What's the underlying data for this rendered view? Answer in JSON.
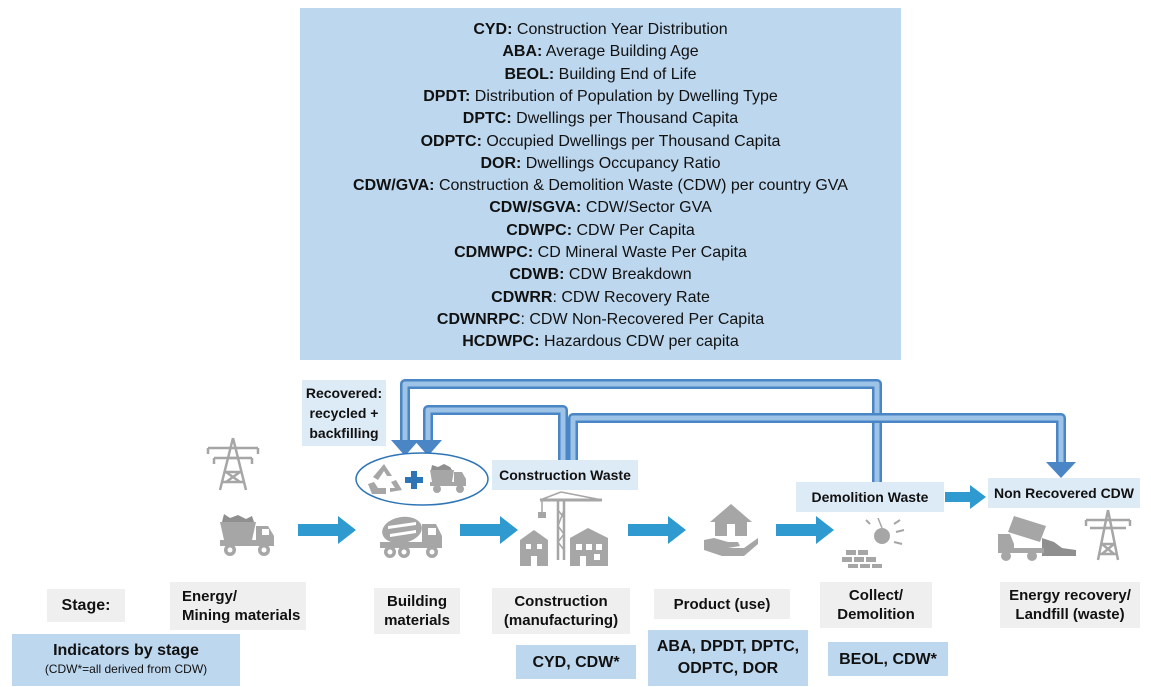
{
  "legend": [
    {
      "abbr": "CYD:",
      "text": " Construction Year Distribution"
    },
    {
      "abbr": "ABA:",
      "text": " Average Building Age"
    },
    {
      "abbr": "BEOL:",
      "text": " Building End of Life"
    },
    {
      "abbr": "DPDT:",
      "text": " Distribution of Population by Dwelling Type"
    },
    {
      "abbr": "DPTC:",
      "text": " Dwellings per Thousand Capita"
    },
    {
      "abbr": "ODPTC:",
      "text": " Occupied Dwellings per Thousand Capita"
    },
    {
      "abbr": "DOR:",
      "text": " Dwellings Occupancy Ratio"
    },
    {
      "abbr": "CDW/GVA:",
      "text": " Construction & Demolition Waste (CDW) per country GVA"
    },
    {
      "abbr": "CDW/SGVA:",
      "text": " CDW/Sector GVA"
    },
    {
      "abbr": "CDWPC:",
      "text": " CDW Per Capita"
    },
    {
      "abbr": "CDMWPC:",
      "text": " CD Mineral Waste Per Capita"
    },
    {
      "abbr": "CDWB:",
      "text": " CDW Breakdown"
    },
    {
      "abbr": "CDWRR",
      "text": ": CDW Recovery Rate"
    },
    {
      "abbr": "CDWNRPC",
      "text": ": CDW Non-Recovered Per Capita"
    },
    {
      "abbr": "HCDWPC:",
      "text": " Hazardous CDW per capita"
    }
  ],
  "recovered": {
    "line1": "Recovered:",
    "line2": "recycled +",
    "line3": "backfilling"
  },
  "waste": {
    "construction": "Construction Waste",
    "demolition": "Demolition Waste",
    "non_recovered": "Non Recovered CDW"
  },
  "stage_label": "Stage:",
  "stages": [
    {
      "line1": "Energy/",
      "line2": "Mining materials"
    },
    {
      "line1": "Building",
      "line2": "materials"
    },
    {
      "line1": "Construction",
      "line2": "(manufacturing)"
    },
    {
      "line1": "Product (use)",
      "line2": ""
    },
    {
      "line1": "Collect/",
      "line2": "Demolition"
    },
    {
      "line1": "Energy recovery/",
      "line2": "Landfill (waste)"
    }
  ],
  "indicators": {
    "title": "Indicators by stage",
    "note": "(CDW*=all derived from CDW)",
    "construction": "CYD, CDW*",
    "product_line1": "ABA, DPDT, DPTC,",
    "product_line2": "ODPTC, DOR",
    "demolition": "BEOL, CDW*"
  },
  "colors": {
    "arrow_blue": "#2e9ad0",
    "flow_blue": "#5b9bd5",
    "box_blue": "#bdd7ee",
    "box_grey": "#efefef",
    "icon_grey": "#a6a6a6"
  },
  "icons": [
    "pylon-icon",
    "dump-truck-icon",
    "recycle-icon",
    "plus-icon",
    "cement-mixer-icon",
    "crane-buildings-icon",
    "house-in-hand-icon",
    "wrecking-ball-icon",
    "tipper-truck-icon"
  ]
}
